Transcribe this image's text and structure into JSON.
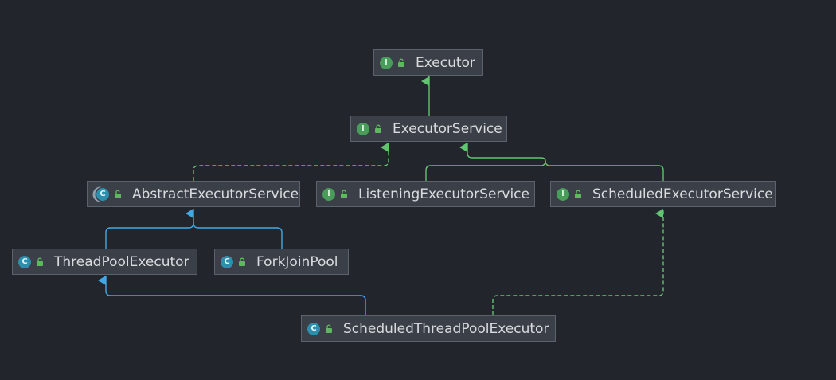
{
  "diagram": {
    "nodes": [
      {
        "id": "executor",
        "kind": "interface",
        "icon_letter": "I",
        "label": "Executor"
      },
      {
        "id": "executor-service",
        "kind": "interface",
        "icon_letter": "I",
        "label": "ExecutorService"
      },
      {
        "id": "abstract-executor-service",
        "kind": "abstract-class",
        "icon_letter": "C",
        "label": "AbstractExecutorService"
      },
      {
        "id": "listening-executor-service",
        "kind": "interface",
        "icon_letter": "I",
        "label": "ListeningExecutorService"
      },
      {
        "id": "scheduled-executor-service",
        "kind": "interface",
        "icon_letter": "I",
        "label": "ScheduledExecutorService"
      },
      {
        "id": "thread-pool-executor",
        "kind": "class",
        "icon_letter": "C",
        "label": "ThreadPoolExecutor"
      },
      {
        "id": "fork-join-pool",
        "kind": "class",
        "icon_letter": "C",
        "label": "ForkJoinPool"
      },
      {
        "id": "scheduled-thread-pool-executor",
        "kind": "class",
        "icon_letter": "C",
        "label": "ScheduledThreadPoolExecutor"
      }
    ],
    "edges": [
      {
        "from": "executor-service",
        "to": "executor",
        "type": "extends"
      },
      {
        "from": "abstract-executor-service",
        "to": "executor-service",
        "type": "implements"
      },
      {
        "from": "listening-executor-service",
        "to": "executor-service",
        "type": "extends"
      },
      {
        "from": "scheduled-executor-service",
        "to": "executor-service",
        "type": "extends"
      },
      {
        "from": "thread-pool-executor",
        "to": "abstract-executor-service",
        "type": "class-extends"
      },
      {
        "from": "fork-join-pool",
        "to": "abstract-executor-service",
        "type": "class-extends"
      },
      {
        "from": "scheduled-thread-pool-executor",
        "to": "thread-pool-executor",
        "type": "class-extends"
      },
      {
        "from": "scheduled-thread-pool-executor",
        "to": "scheduled-executor-service",
        "type": "implements"
      }
    ],
    "colors": {
      "background": "#22252b",
      "interface_edge": "#62c46f",
      "class_edge": "#3fa9e8",
      "interface_icon": "#4a9c5a",
      "class_icon": "#2d8fae",
      "lock": "#5fb85f"
    }
  }
}
